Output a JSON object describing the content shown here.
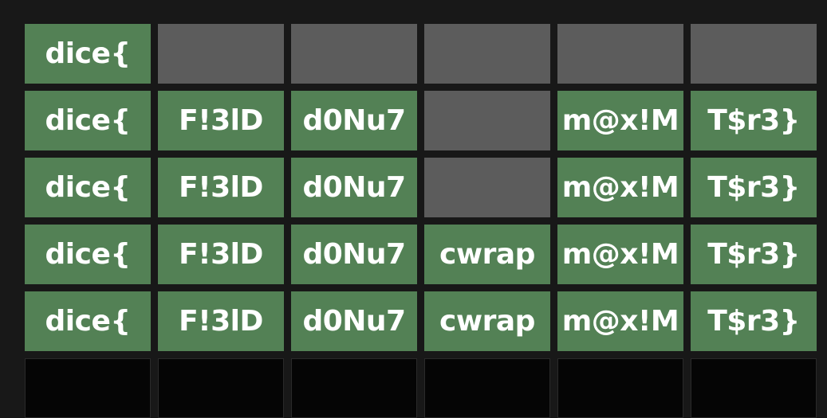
{
  "colors": {
    "correct": "#538155",
    "absent": "#5c5c5c",
    "empty": "#050505",
    "background": "#181818",
    "text": "#ffffff"
  },
  "board": {
    "rows": [
      {
        "cells": [
          {
            "text": "dice{",
            "state": "correct"
          },
          {
            "text": "",
            "state": "absent"
          },
          {
            "text": "",
            "state": "absent"
          },
          {
            "text": "",
            "state": "absent"
          },
          {
            "text": "",
            "state": "absent"
          },
          {
            "text": "",
            "state": "absent"
          }
        ]
      },
      {
        "cells": [
          {
            "text": "dice{",
            "state": "correct"
          },
          {
            "text": "F!3lD",
            "state": "correct"
          },
          {
            "text": "d0Nu7",
            "state": "correct"
          },
          {
            "text": "",
            "state": "absent"
          },
          {
            "text": "m@x!M",
            "state": "correct"
          },
          {
            "text": "T$r3}",
            "state": "correct"
          }
        ]
      },
      {
        "cells": [
          {
            "text": "dice{",
            "state": "correct"
          },
          {
            "text": "F!3lD",
            "state": "correct"
          },
          {
            "text": "d0Nu7",
            "state": "correct"
          },
          {
            "text": "",
            "state": "absent"
          },
          {
            "text": "m@x!M",
            "state": "correct"
          },
          {
            "text": "T$r3}",
            "state": "correct"
          }
        ]
      },
      {
        "cells": [
          {
            "text": "dice{",
            "state": "correct"
          },
          {
            "text": "F!3lD",
            "state": "correct"
          },
          {
            "text": "d0Nu7",
            "state": "correct"
          },
          {
            "text": "cwrap",
            "state": "correct"
          },
          {
            "text": "m@x!M",
            "state": "correct"
          },
          {
            "text": "T$r3}",
            "state": "correct"
          }
        ]
      },
      {
        "cells": [
          {
            "text": "dice{",
            "state": "correct"
          },
          {
            "text": "F!3lD",
            "state": "correct"
          },
          {
            "text": "d0Nu7",
            "state": "correct"
          },
          {
            "text": "cwrap",
            "state": "correct"
          },
          {
            "text": "m@x!M",
            "state": "correct"
          },
          {
            "text": "T$r3}",
            "state": "correct"
          }
        ]
      },
      {
        "cells": [
          {
            "text": "",
            "state": "empty"
          },
          {
            "text": "",
            "state": "empty"
          },
          {
            "text": "",
            "state": "empty"
          },
          {
            "text": "",
            "state": "empty"
          },
          {
            "text": "",
            "state": "empty"
          },
          {
            "text": "",
            "state": "empty"
          }
        ]
      }
    ]
  }
}
